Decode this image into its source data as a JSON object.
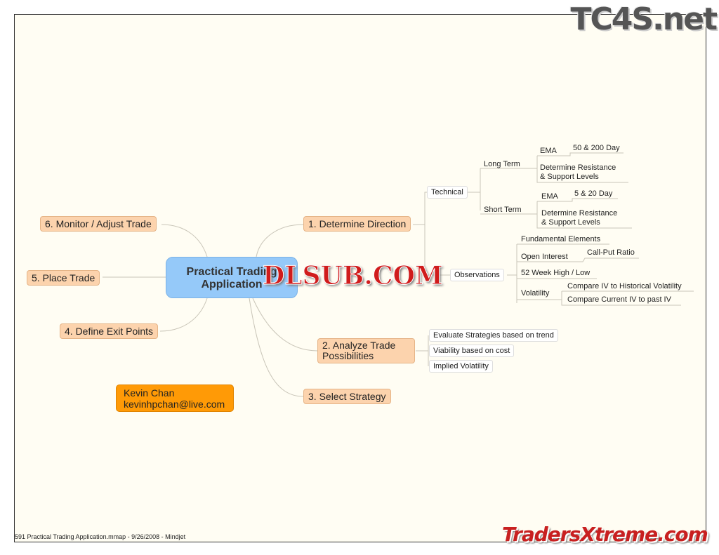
{
  "central": {
    "line1": "Practical  Trading",
    "line2": "Application"
  },
  "branches": {
    "determine_direction": "1. Determine Direction",
    "analyze_line1": "2. Analyze Trade",
    "analyze_line2": "Possibilities",
    "select_strategy": "3. Select Strategy",
    "define_exit": "4. Define Exit Points",
    "place_trade": "5. Place Trade",
    "monitor": "6. Monitor / Adjust Trade"
  },
  "technical": {
    "label": "Technical",
    "long_term": "Long Term",
    "short_term": "Short Term",
    "lt_ema": "EMA",
    "lt_ema_val": "50 & 200 Day",
    "lt_levels1": "Determine  Resistance",
    "lt_levels2": "& Support Levels",
    "st_ema": "EMA",
    "st_ema_val": "5 & 20 Day",
    "st_levels1": "Determine  Resistance",
    "st_levels2": "& Support Levels"
  },
  "observations": {
    "label": "Observations",
    "fundamental": "Fundamental Elements",
    "open_interest": "Open Interest",
    "call_put": "Call-Put Ratio",
    "week52": "52 Week High / Low",
    "volatility": "Volatility",
    "iv_hist": "Compare IV to Historical Volatility",
    "iv_past": "Compare Current IV to past IV"
  },
  "analyze": {
    "evaluate": "Evaluate Strategies based on trend",
    "viability": "Viability based on cost",
    "implied": "Implied Volatility"
  },
  "author": {
    "name": "Kevin Chan",
    "email": "kevinhpchan@live.com"
  },
  "footer": "591  Practical  Trading  Application.mmap  -  9/26/2008  -  Mindjet",
  "watermarks": {
    "top": "TC4S.net",
    "center": "DLSUB.COM",
    "bottom": "TradersXtreme.com"
  }
}
